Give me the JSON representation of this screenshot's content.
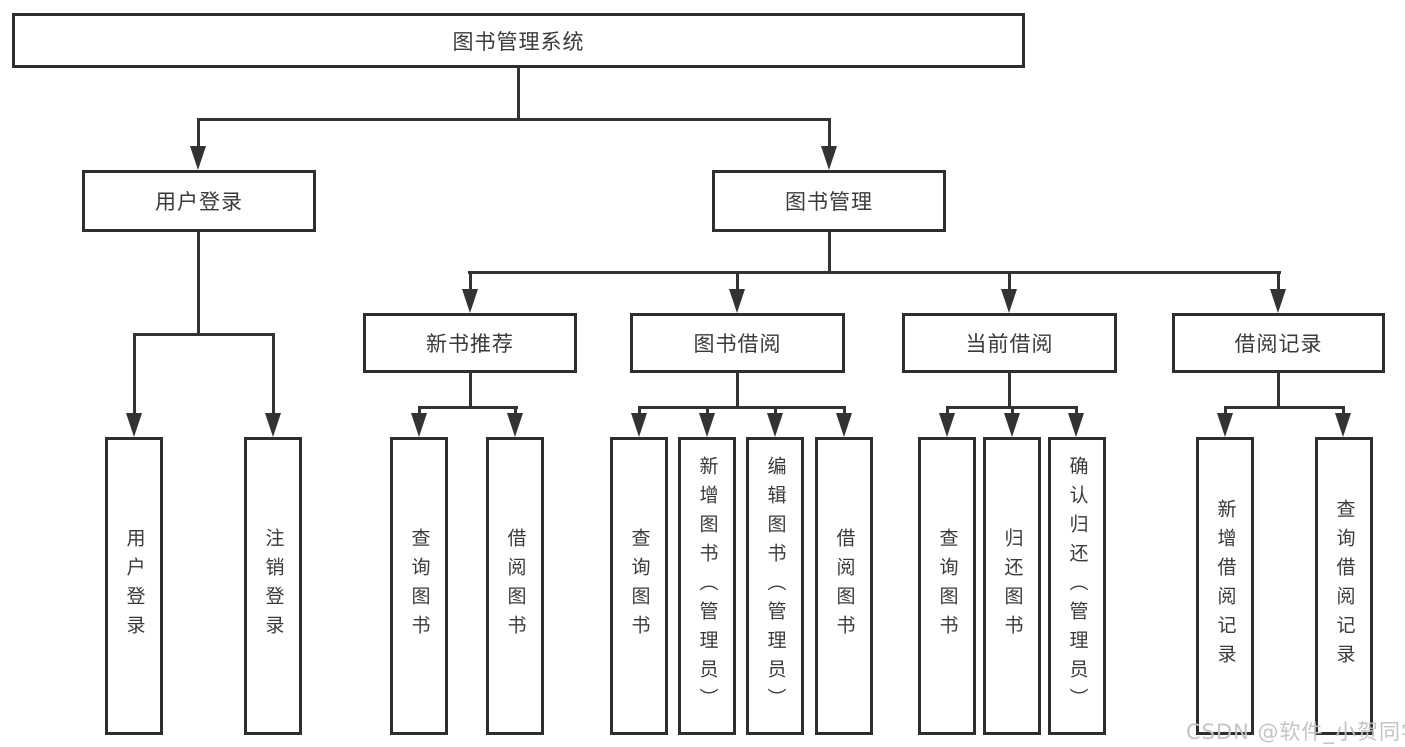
{
  "diagram": {
    "root": "图书管理系统",
    "level2": [
      "用户登录",
      "图书管理"
    ],
    "level3": [
      "新书推荐",
      "图书借阅",
      "当前借阅",
      "借阅记录"
    ],
    "leaves_user_login": [
      "用户登录",
      "注销登录"
    ],
    "leaves_new_book": [
      "查询图书",
      "借阅图书"
    ],
    "leaves_book_borrow": [
      "查询图书",
      "新增图书（管理员）",
      "编辑图书（管理员）",
      "借阅图书"
    ],
    "leaves_current_borrow": [
      "查询图书",
      "归还图书",
      "确认归还（管理员）"
    ],
    "leaves_borrow_records": [
      "新增借阅记录",
      "查询借阅记录"
    ]
  },
  "watermark": "CSDN @软件_小贺同学",
  "colors": {
    "line": "#333333",
    "border": "#2e2e2e",
    "text": "#3a3a3a",
    "watermark": "#c4c4c4",
    "background": "#ffffff"
  }
}
